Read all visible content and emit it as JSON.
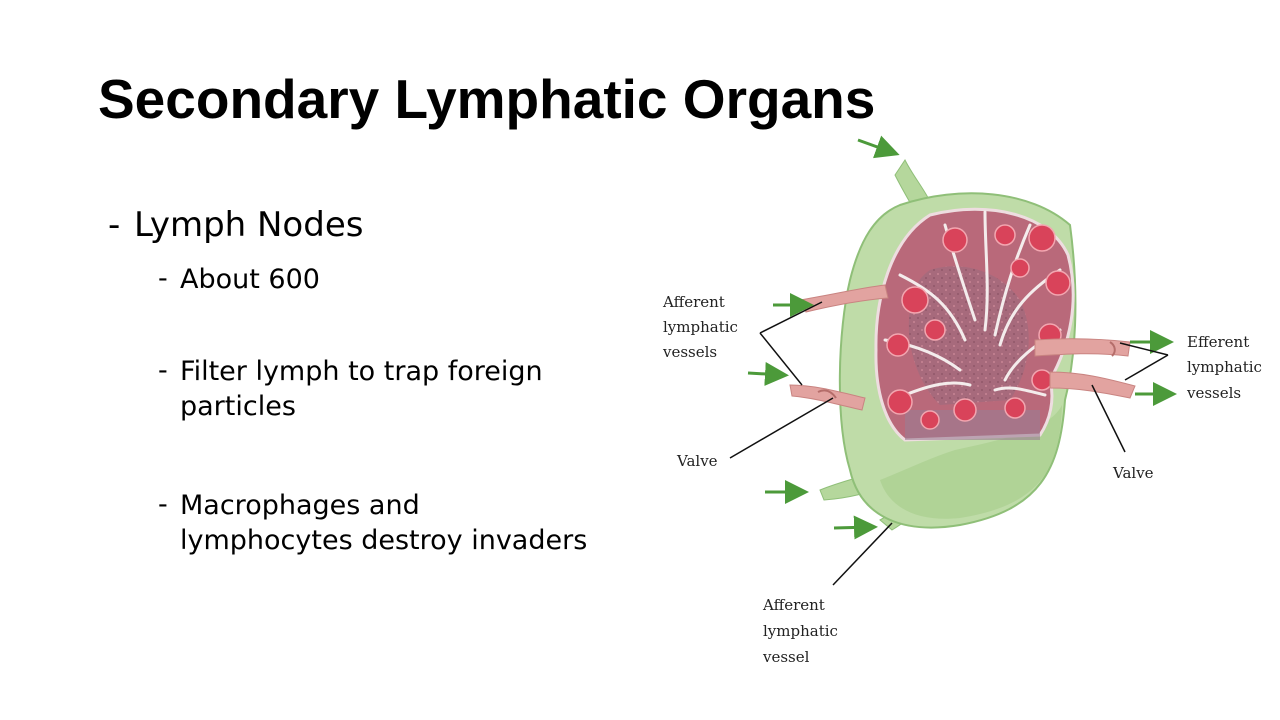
{
  "slide": {
    "title": "Secondary Lymphatic Organs",
    "bullet_main": "Lymph Nodes",
    "dash": "-",
    "sub_bullets": [
      {
        "lines": [
          "About 600"
        ]
      },
      {
        "lines": [
          "Filter lymph to trap foreign",
          "particles"
        ]
      },
      {
        "lines": [
          "Macrophages and",
          "lymphocytes destroy invaders"
        ]
      }
    ]
  },
  "diagram": {
    "labels": {
      "afferent_vessels_left": [
        "Afferent",
        "lymphatic",
        "vessels"
      ],
      "efferent_vessels": [
        "Efferent",
        "lymphatic",
        "vessels"
      ],
      "valve_left": "Valve",
      "valve_right": "Valve",
      "afferent_vessel_bottom": [
        "Afferent",
        "lymphatic",
        "vessel"
      ]
    },
    "colors": {
      "capsule": "#bfdca8",
      "capsule_edge": "#8fbf78",
      "cortex": "#b9697a",
      "follicle": "#d9435a",
      "efferent_vessel": "#e2a3a0",
      "arrow": "#4c9a3a"
    }
  }
}
